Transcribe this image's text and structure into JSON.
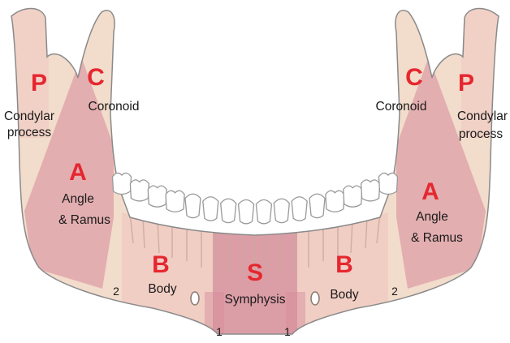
{
  "colors": {
    "bone": "#f2dccb",
    "bone_outline": "#8a8a8a",
    "region_ramus": "#e1a6ac",
    "region_body": "#f0c9c2",
    "region_symphysis": "#d48a9a",
    "letter": "#e5272f",
    "tooth": "#ffffff",
    "tooth_outline": "#9a9a9a"
  },
  "regions": {
    "left": {
      "condylar_letter": "P",
      "condylar_label_1": "Condylar",
      "condylar_label_2": "process",
      "coronoid_letter": "C",
      "coronoid_label": "Coronoid",
      "angle_letter": "A",
      "angle_label_1": "Angle",
      "angle_label_2": "& Ramus",
      "body_letter": "B",
      "body_label": "Body",
      "zone_2": "2",
      "zone_1": "1"
    },
    "center": {
      "symphysis_letter": "S",
      "symphysis_label": "Symphysis"
    },
    "right": {
      "coronoid_letter": "C",
      "coronoid_label": "Coronoid",
      "condylar_letter": "P",
      "condylar_label_1": "Condylar",
      "condylar_label_2": "process",
      "angle_letter": "A",
      "angle_label_1": "Angle",
      "angle_label_2": "& Ramus",
      "body_letter": "B",
      "body_label": "Body",
      "zone_2": "2",
      "zone_1": "1"
    }
  }
}
